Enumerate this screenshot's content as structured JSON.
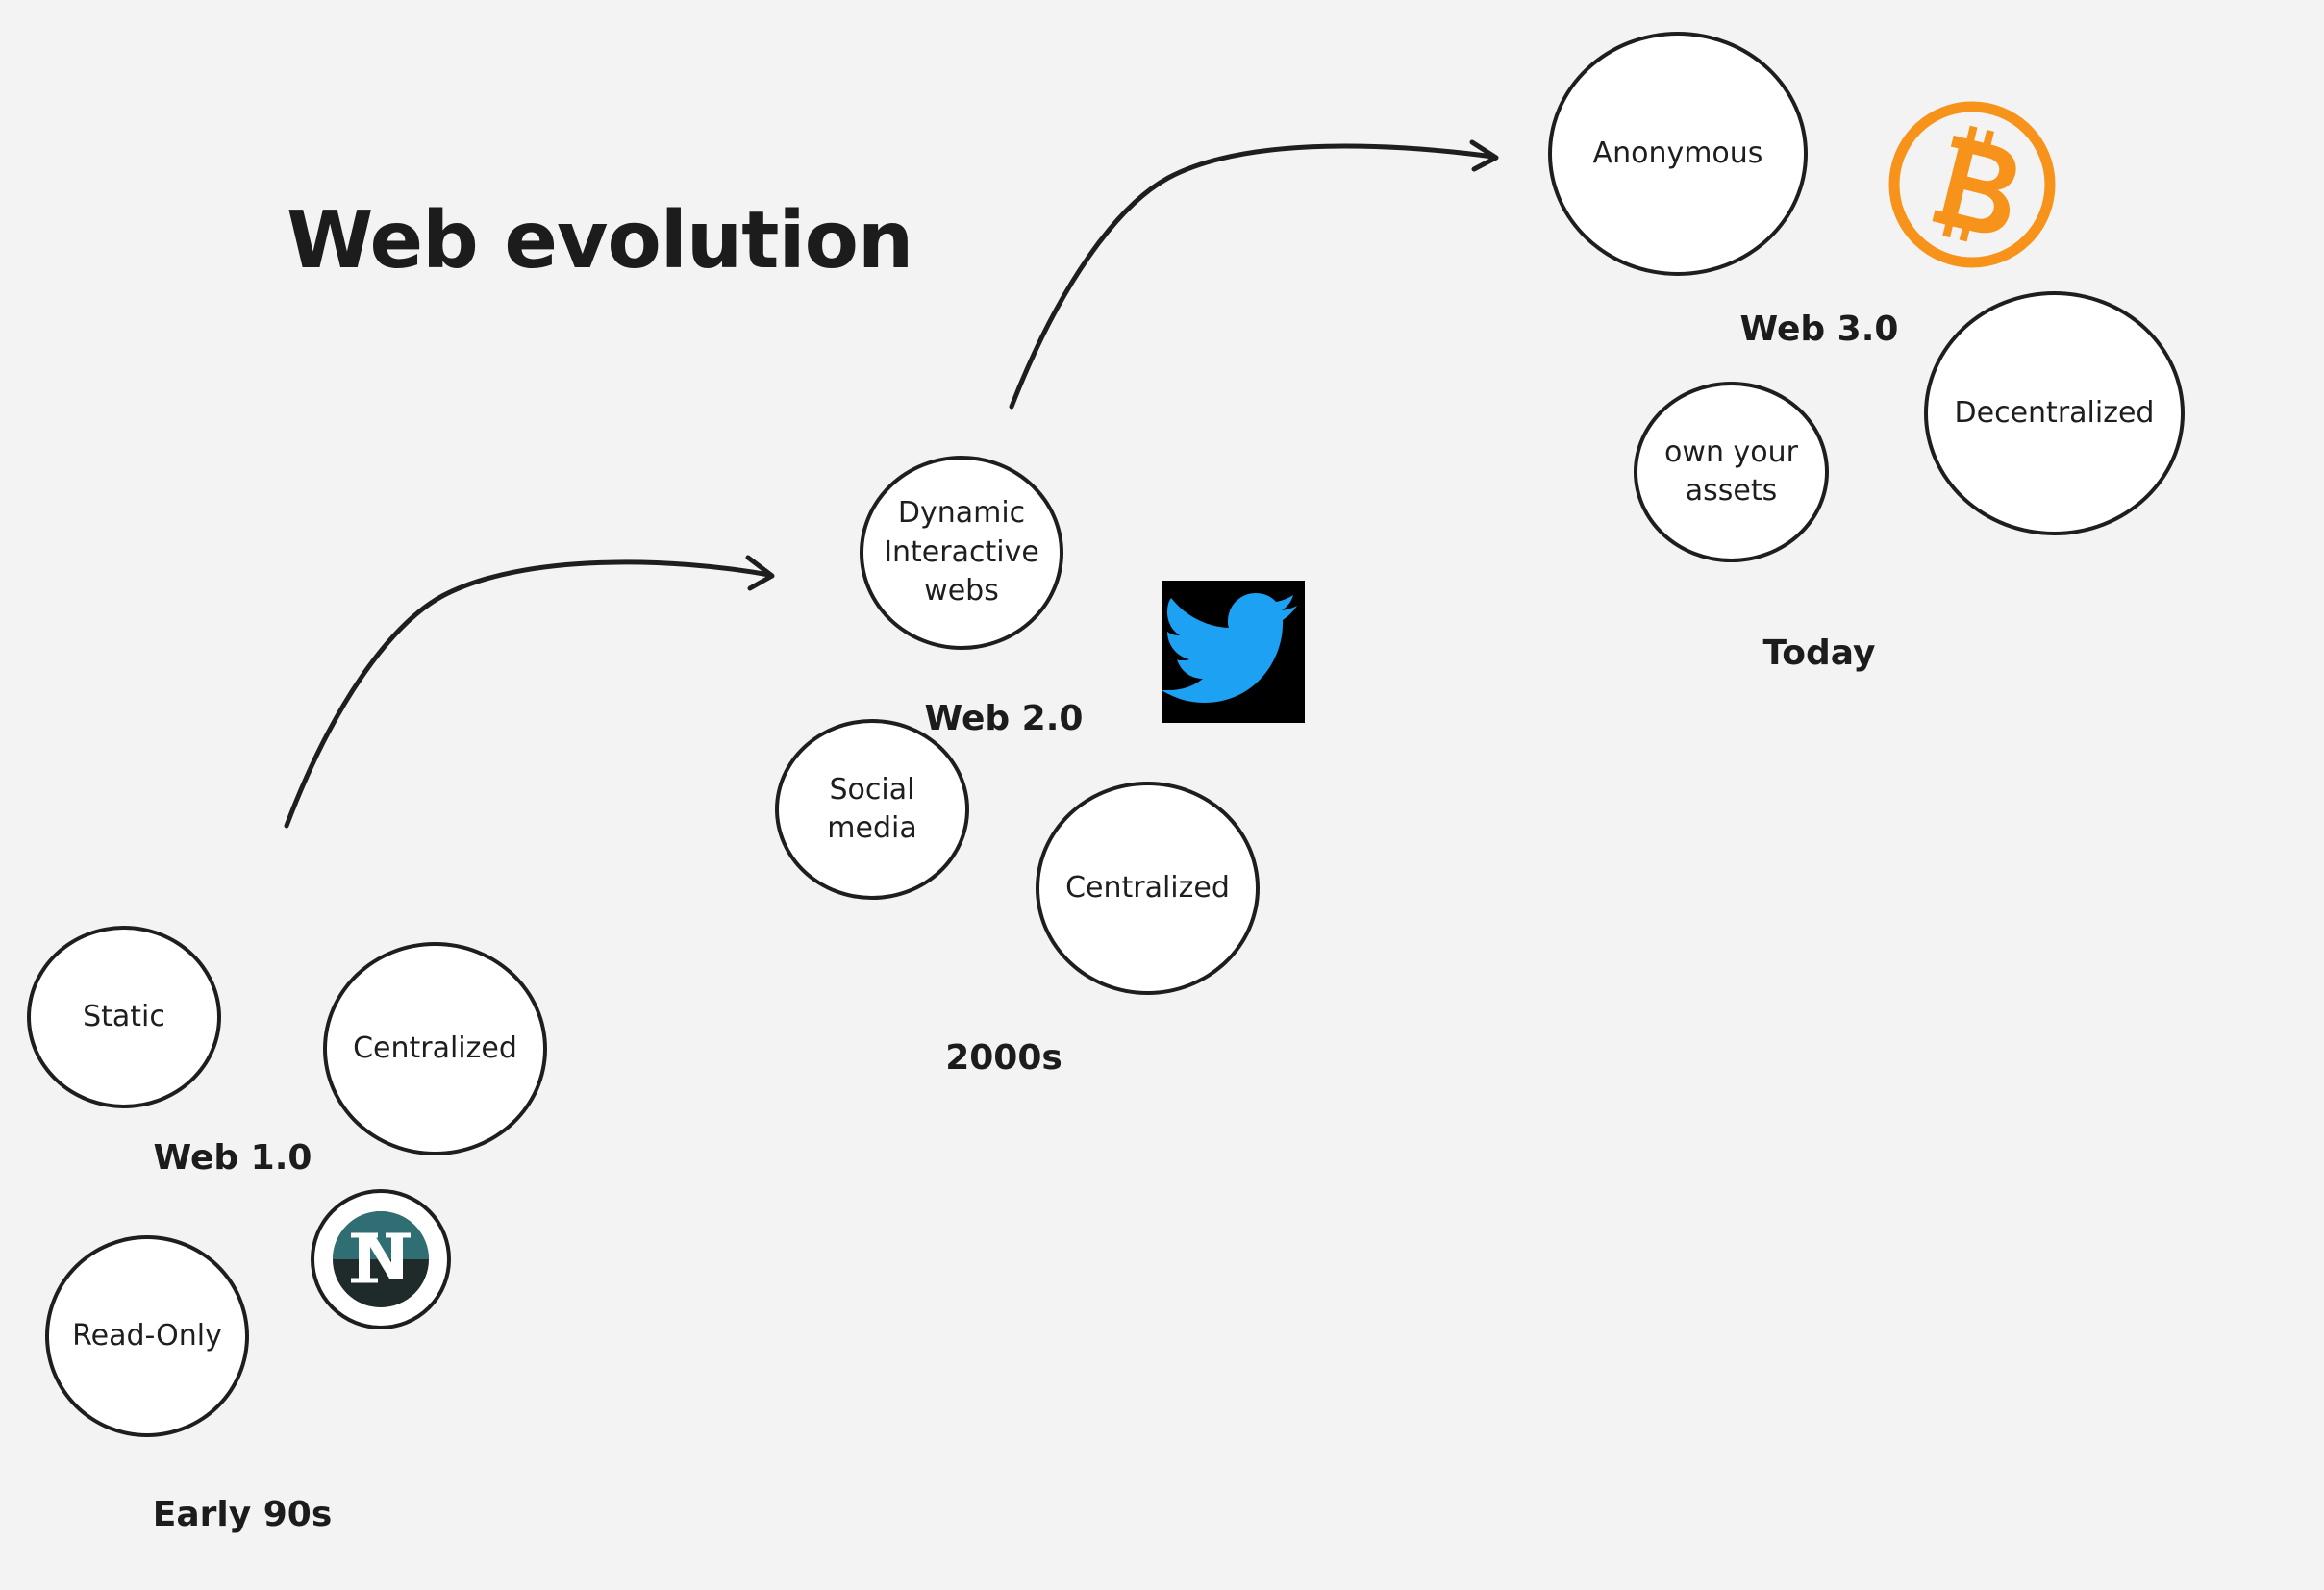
{
  "title": "Web evolution",
  "eras": [
    {
      "name": "Web 1.0",
      "period": "Early 90s",
      "traits": [
        "Static",
        "Centralized",
        "Read-Only"
      ],
      "logo_icon": "netscape-logo-icon"
    },
    {
      "name": "Web 2.0",
      "period": "2000s",
      "traits": [
        "Dynamic Interactive webs",
        "Social media",
        "Centralized"
      ],
      "logo_icon": "twitter-bird-icon"
    },
    {
      "name": "Web 3.0",
      "period": "Today",
      "traits": [
        "Anonymous",
        "own your assets",
        "Decentralized"
      ],
      "logo_icon": "bitcoin-logo-icon"
    }
  ],
  "colors": {
    "background": "#f3f3f3",
    "outline": "#1e1e1e",
    "bitcoin": "#f7931a",
    "twitter": "#1da1f2",
    "netscape": "#2f6f73"
  }
}
